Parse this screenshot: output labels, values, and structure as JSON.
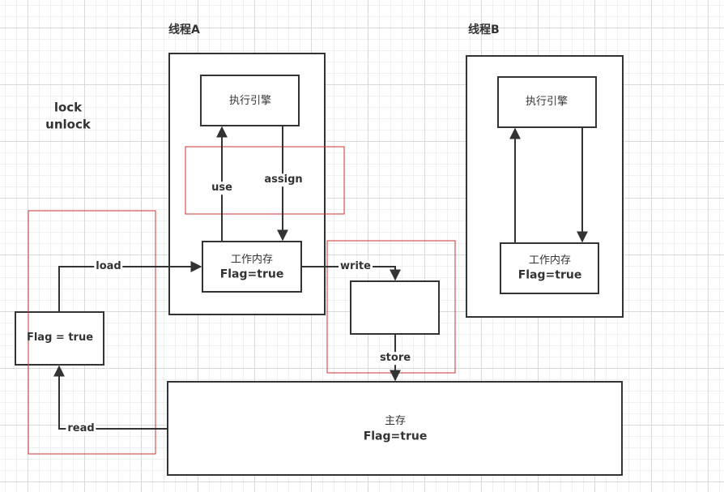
{
  "labels": {
    "lock": "lock",
    "unlock": "unlock",
    "thread_a": "线程A",
    "thread_b": "线程B"
  },
  "thread_a": {
    "engine": "执行引擎",
    "working_memory_title": "工作内存",
    "working_memory_value": "Flag=true",
    "use_label": "use",
    "assign_label": "assign"
  },
  "thread_b": {
    "engine": "执行引擎",
    "working_memory_title": "工作内存",
    "working_memory_value": "Flag=true"
  },
  "lock_variable": {
    "text": "Flag = true"
  },
  "main_memory": {
    "title": "主存",
    "value": "Flag=true"
  },
  "operations": {
    "load": "load",
    "read": "read",
    "write": "write",
    "store": "store"
  },
  "colors": {
    "stroke": "#333333",
    "highlight": "#cc3333"
  }
}
